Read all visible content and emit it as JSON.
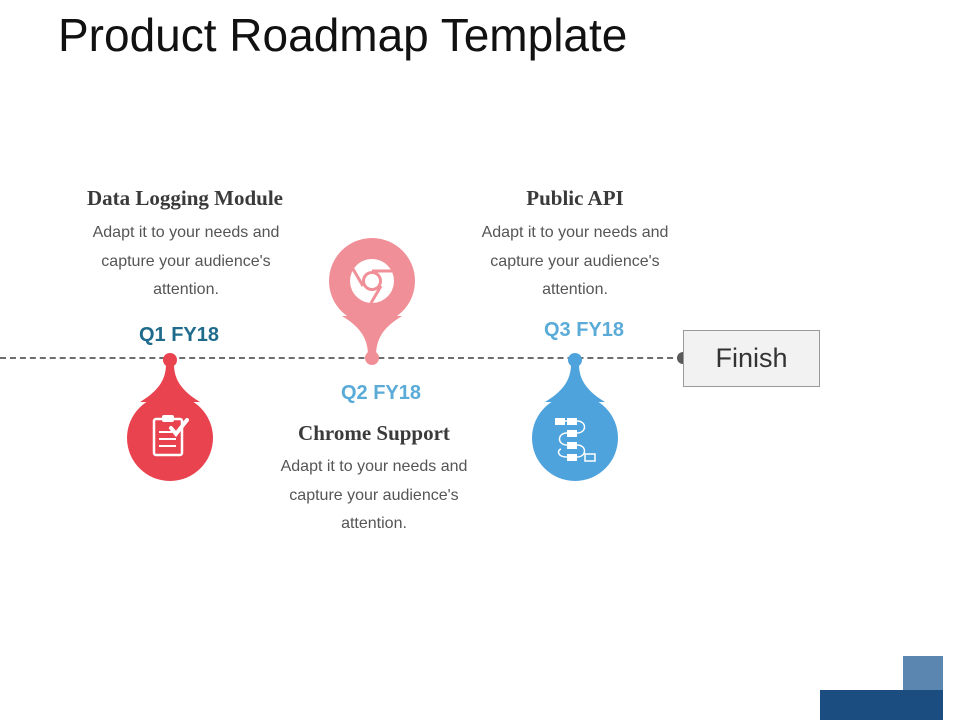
{
  "title": "Product Roadmap Template",
  "finish_label": "Finish",
  "colors": {
    "q1": "#e8434f",
    "q2": "#f08f97",
    "q3": "#4ea3dd",
    "q1_label": "#1f6b8c",
    "q2_label": "#5aabd8",
    "q3_label": "#5aabd8",
    "line": "#6d6d6d",
    "accent_dark": "#1c4d80",
    "accent_light": "#5b86b0"
  },
  "milestones": [
    {
      "period": "Q1 FY18",
      "title": "Data Logging Module",
      "description": [
        "Adapt it to your needs and",
        "capture your audience's",
        "attention."
      ],
      "icon": "clipboard-check-icon"
    },
    {
      "period": "Q2 FY18",
      "title": "Chrome Support",
      "description": [
        "Adapt it to your needs and",
        "capture your audience's",
        "attention."
      ],
      "icon": "chrome-icon"
    },
    {
      "period": "Q3 FY18",
      "title": "Public API",
      "description": [
        "Adapt it to your needs and",
        "capture your audience's",
        "attention."
      ],
      "icon": "flowchart-icon"
    }
  ]
}
